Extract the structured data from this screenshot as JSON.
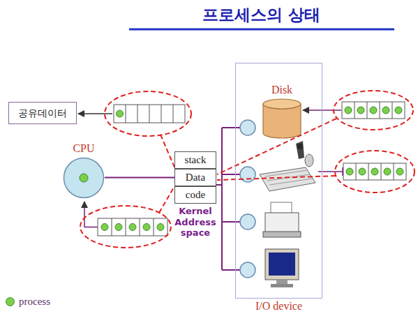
{
  "diagram": {
    "title": "프로세스의 상태",
    "nodes": [
      {
        "text": [
          "I/O device"
        ]
      },
      {
        "text": [
          "Disk"
        ],
        "in": 0
      },
      {
        "text": [
          "공유데이터"
        ]
      },
      {
        "text": [
          "CPU"
        ]
      },
      {
        "text": [
          "Kernel Address space"
        ]
      },
      {
        "text": [
          "stack"
        ],
        "in": 4
      },
      {
        "text": [
          "Data"
        ],
        "in": 4
      },
      {
        "text": [
          "code"
        ],
        "in": 4
      }
    ],
    "edges": [
      {
        "from": 3,
        "to": 6,
        "arrow": "none"
      }
    ],
    "legend": [
      {
        "text": "process",
        "color": "#7ccf4a"
      }
    ]
  }
}
